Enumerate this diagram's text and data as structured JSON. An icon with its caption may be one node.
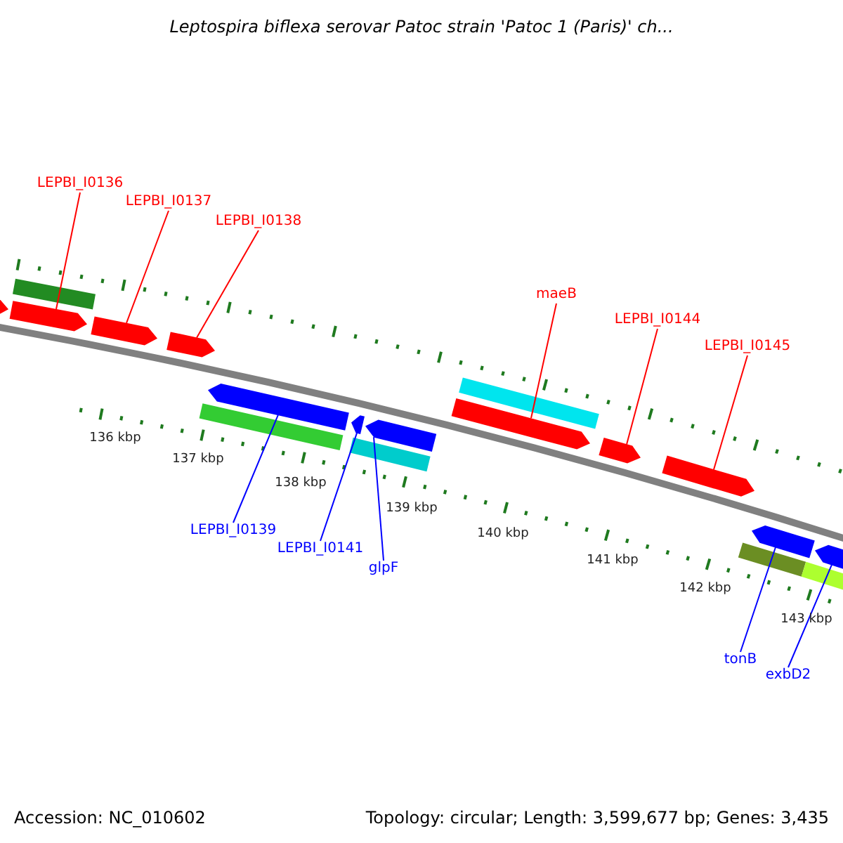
{
  "diagram": {
    "title": "Leptospira biflexa serovar Patoc strain 'Patoc 1 (Paris)' ch...",
    "nodes": [
      {
        "text": [
          "LEPBI_I0136"
        ]
      },
      {
        "text": [
          "LEPBI_I0137"
        ]
      },
      {
        "text": [
          "LEPBI_I0138"
        ]
      },
      {
        "text": [
          "maeB"
        ]
      },
      {
        "text": [
          "LEPBI_I0144"
        ]
      },
      {
        "text": [
          "LEPBI_I0145"
        ]
      },
      {
        "text": [
          "LEPBI_I0139"
        ]
      },
      {
        "text": [
          "LEPBI_I0141"
        ]
      },
      {
        "text": [
          "glpF"
        ]
      },
      {
        "text": [
          "tonB"
        ]
      },
      {
        "text": [
          "exbD2"
        ]
      },
      {
        "text": [],
        "shape": "bar"
      },
      {
        "text": [],
        "shape": "bar"
      },
      {
        "text": [],
        "shape": "bar"
      },
      {
        "text": [],
        "shape": "bar"
      },
      {
        "text": [],
        "shape": "bar"
      },
      {
        "text": [],
        "shape": "bar"
      },
      {
        "text": [],
        "shape": "bar"
      },
      {
        "text": [],
        "shape": "bar"
      },
      {
        "text": [],
        "shape": "bar"
      },
      {
        "text": [],
        "shape": "bar"
      },
      {
        "text": [],
        "shape": "bar"
      },
      {
        "text": [],
        "shape": "bar"
      },
      {
        "text": [],
        "shape": "bar"
      },
      {
        "text": [],
        "shape": "bar"
      },
      {
        "text": [],
        "shape": "bar"
      },
      {
        "text": [],
        "shape": "bar"
      },
      {
        "text": [],
        "shape": "bar"
      },
      {
        "text": [],
        "shape": "bar"
      }
    ],
    "edges": [
      {
        "from": 0,
        "to": 11,
        "arrow": "none"
      },
      {
        "from": 1,
        "to": 12,
        "arrow": "none"
      },
      {
        "from": 2,
        "to": 13,
        "arrow": "none"
      },
      {
        "from": 3,
        "to": 14,
        "arrow": "none"
      },
      {
        "from": 4,
        "to": 15,
        "arrow": "none"
      },
      {
        "from": 5,
        "to": 16,
        "arrow": "none"
      },
      {
        "from": 6,
        "to": 17,
        "arrow": "none",
        "color": "#0000ff"
      },
      {
        "from": 7,
        "to": 18,
        "arrow": "none",
        "color": "#0000ff"
      },
      {
        "from": 8,
        "to": 19,
        "arrow": "none",
        "color": "#0000ff"
      },
      {
        "from": 9,
        "to": 20,
        "arrow": "none",
        "color": "#0000ff"
      },
      {
        "from": 10,
        "to": 21,
        "arrow": "none",
        "color": "#0000ff"
      }
    ],
    "labels": [
      "136 kbp",
      "137 kbp",
      "138 kbp",
      "139 kbp",
      "140 kbp",
      "141 kbp",
      "142 kbp",
      "143 kbp",
      "Accession: NC_010602",
      "Topology: circular; Length: 3,599,677 bp; Genes: 3,435"
    ]
  }
}
